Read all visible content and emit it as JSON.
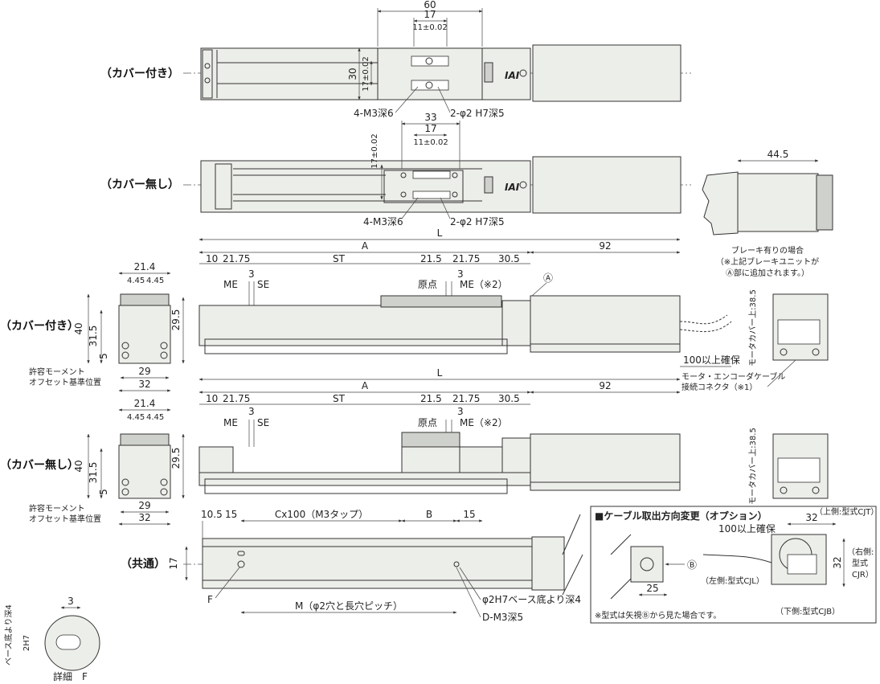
{
  "views": {
    "with_cover": "（カバー付き）",
    "without_cover": "（カバー無し）",
    "common": "（共通）"
  },
  "top_view_with_cover": {
    "dims": [
      "60",
      "17",
      "11±0.02",
      "30",
      "17±0.02"
    ],
    "callouts": [
      "4-M3深6",
      "2-φ2 H7深5"
    ],
    "logo": "IAI"
  },
  "top_view_without_cover": {
    "dims": [
      "33",
      "17",
      "11±0.02",
      "17±0.02"
    ],
    "callouts": [
      "4-M3深6",
      "2-φ2 H7深5"
    ],
    "logo": "IAI"
  },
  "brake_view": {
    "dim": "44.5"
  },
  "side_view_with_cover": {
    "overall": "L",
    "length_a": "A",
    "motor_len": "92",
    "segments": [
      "10",
      "21.75",
      "ST",
      "21.5",
      "21.75",
      "30.5"
    ],
    "me_left": "3",
    "me_right": "3",
    "labels": {
      "me": "ME",
      "se": "SE",
      "origin": "原点",
      "me_note": "ME（※2）",
      "marker_a": "Ⓐ",
      "cable": "100以上確保"
    }
  },
  "side_view_without_cover": {
    "overall": "L",
    "length_a": "A",
    "motor_len": "92",
    "segments": [
      "10",
      "21.75",
      "ST",
      "21.5",
      "21.75",
      "30.5"
    ],
    "me_left": "3",
    "me_right": "3",
    "labels": {
      "me": "ME",
      "se": "SE",
      "origin": "原点",
      "me_note": "ME（※2）"
    }
  },
  "end_view_with_cover": {
    "dims": [
      "21.4",
      "4.45",
      "4.45",
      "40",
      "31.5",
      "29.5",
      "5",
      "29",
      "32"
    ],
    "note": [
      "許容モーメント",
      "オフセット基準位置"
    ]
  },
  "end_view_without_cover": {
    "dims": [
      "21.4",
      "4.45",
      "4.45",
      "40",
      "31.5",
      "29.5",
      "5",
      "29",
      "32"
    ],
    "note": [
      "許容モーメント",
      "オフセット基準位置"
    ]
  },
  "brake_note": [
    "ブレーキ有りの場合",
    "（※上記ブレーキユニットが",
    "Ⓐ部に追加されます。）"
  ],
  "motor_end_view": {
    "dim_label": "モータカバー上:38.5",
    "cable_note": [
      "モータ・エンコーダケーブル",
      "接続コネクタ（※1）"
    ]
  },
  "common_view": {
    "dims": [
      "10.5",
      "15",
      "Cx100（M3タップ）",
      "B",
      "15",
      "17"
    ],
    "bottom_dim": "M（φ2穴と長穴ピッチ）",
    "labels": [
      "F",
      "φ2H7ベース底より深4",
      "D-M3深5"
    ]
  },
  "detail_f": {
    "dim": "3",
    "vertical": "ベース底より深4",
    "h7": "2H7",
    "label": "詳細　F"
  },
  "cable_option": {
    "title": "■ケーブル取出方向変更（オプション）",
    "cable": "100以上確保",
    "dims": [
      "32",
      "25",
      "32"
    ],
    "marker": "Ⓑ",
    "upper": "（上側:型式CJT）",
    "right": [
      "（右側:",
      "型式",
      "CJR）"
    ],
    "left": "（左側:型式CJL）",
    "lower": "（下側:型式CJB）",
    "note": "※型式は矢視Ⓑから見た場合です。"
  }
}
